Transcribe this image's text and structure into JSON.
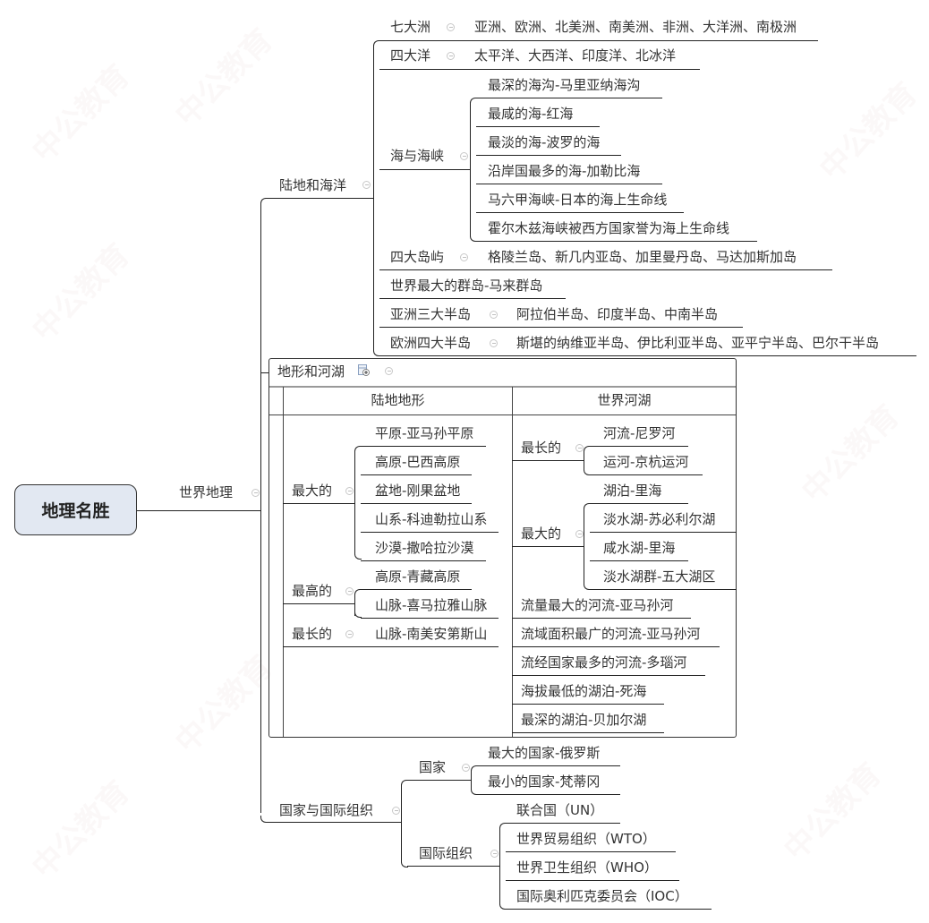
{
  "root": {
    "label": "地理名胜"
  },
  "level1": {
    "label": "世界地理"
  },
  "land_sea": {
    "label": "陆地和海洋",
    "continents": {
      "label": "七大洲",
      "value": "亚洲、欧洲、北美洲、南美洲、非洲、大洋洲、南极洲"
    },
    "oceans": {
      "label": "四大洋",
      "value": "太平洋、大西洋、印度洋、北冰洋"
    },
    "seas": {
      "label": "海与海峡",
      "items": [
        "最深的海沟-马里亚纳海沟",
        "最咸的海-红海",
        "最淡的海-波罗的海",
        "沿岸国最多的海-加勒比海",
        "马六甲海峡-日本的海上生命线",
        "霍尔木兹海峡被西方国家誉为海上生命线"
      ]
    },
    "islands": {
      "label": "四大岛屿",
      "value": "格陵兰岛、新几内亚岛、加里曼丹岛、马达加斯加岛"
    },
    "archipelago": {
      "label": "世界最大的群岛-马来群岛"
    },
    "asia_peninsulas": {
      "label": "亚洲三大半岛",
      "value": "阿拉伯半岛、印度半岛、中南半岛"
    },
    "europe_peninsulas": {
      "label": "欧洲四大半岛",
      "value": "斯堪的纳维亚半岛、伊比利亚半岛、亚平宁半岛、巴尔干半岛"
    }
  },
  "terrain": {
    "label": "地形和河湖",
    "columns": [
      "陆地地形",
      "世界河湖"
    ],
    "land": {
      "largest": {
        "label": "最大的",
        "items": [
          "平原-亚马孙平原",
          "高原-巴西高原",
          "盆地-刚果盆地",
          "山系-科迪勒拉山系",
          "沙漠-撒哈拉沙漠"
        ]
      },
      "highest": {
        "label": "最高的",
        "items": [
          "高原-青藏高原",
          "山脉-喜马拉雅山脉"
        ]
      },
      "longest": {
        "label": "最长的",
        "items": [
          "山脉-南美安第斯山"
        ]
      }
    },
    "water": {
      "longest": {
        "label": "最长的",
        "items": [
          "河流-尼罗河",
          "运河-京杭运河"
        ]
      },
      "largest": {
        "label": "最大的",
        "items": [
          "湖泊-里海",
          "淡水湖-苏必利尔湖",
          "咸水湖-里海",
          "淡水湖群-五大湖区"
        ]
      },
      "others": [
        "流量最大的河流-亚马孙河",
        "流域面积最广的河流-亚马孙河",
        "流经国家最多的河流-多瑙河",
        "海拔最低的湖泊-死海",
        "最深的湖泊-贝加尔湖"
      ]
    }
  },
  "countries_orgs": {
    "label": "国家与国际组织",
    "countries": {
      "label": "国家",
      "items": [
        "最大的国家-俄罗斯",
        "最小的国家-梵蒂冈"
      ]
    },
    "orgs": {
      "label": "国际组织",
      "items": [
        "联合国（UN）",
        "世界贸易组织（WTO）",
        "世界卫生组织（WHO）",
        "国际奥利匹克委员会（IOC）"
      ]
    }
  },
  "watermark": "中公教育"
}
